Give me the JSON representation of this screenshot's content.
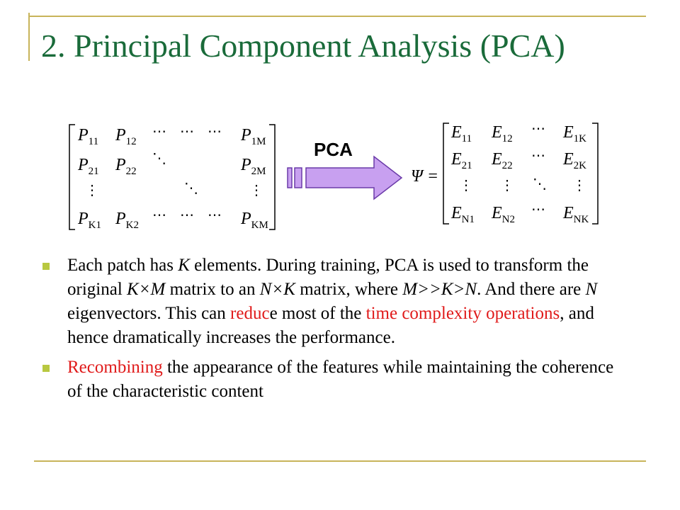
{
  "slide": {
    "title": "2. Principal Component Analysis (PCA)",
    "arrow_label": "PCA",
    "psi_symbol": "Ψ =",
    "matrix_p": {
      "cells": [
        "P11",
        "P12",
        "P1M",
        "P21",
        "P22",
        "P2M",
        "PK1",
        "PK2",
        "PKM"
      ],
      "dots_h": "⋯",
      "dots_v": "⋮",
      "dots_d": "⋱"
    },
    "matrix_e": {
      "cells": [
        "E11",
        "E12",
        "E1K",
        "E21",
        "E22",
        "E2K",
        "EN1",
        "EN2",
        "ENK"
      ]
    },
    "bullet1": {
      "t1": "Each patch has ",
      "k1": "K",
      "t2": " elements. During training, PCA is used to transform the original ",
      "km": "K×M",
      "t3": " matrix to an ",
      "nk": "N×K",
      "t4": " matrix, where ",
      "rel": "M>>K>N",
      "t5": ". And there are ",
      "n": "N",
      "t6": " eigenvectors. This can ",
      "red1": "reduc",
      "t7": "e most of the ",
      "red2": "time complexity operations",
      "t8": ", and hence dramatically increases the performance."
    },
    "bullet2": {
      "red": "Recombining",
      "rest": " the appearance of the features while maintaining the coherence of the characteristic content"
    }
  },
  "colors": {
    "title": "#1a6b3a",
    "accent_line": "#c8b45a",
    "bullet": "#b8c840",
    "highlight": "#e01a1a",
    "arrow_fill": "#c8a0f0",
    "arrow_stroke": "#6a3aa8"
  }
}
